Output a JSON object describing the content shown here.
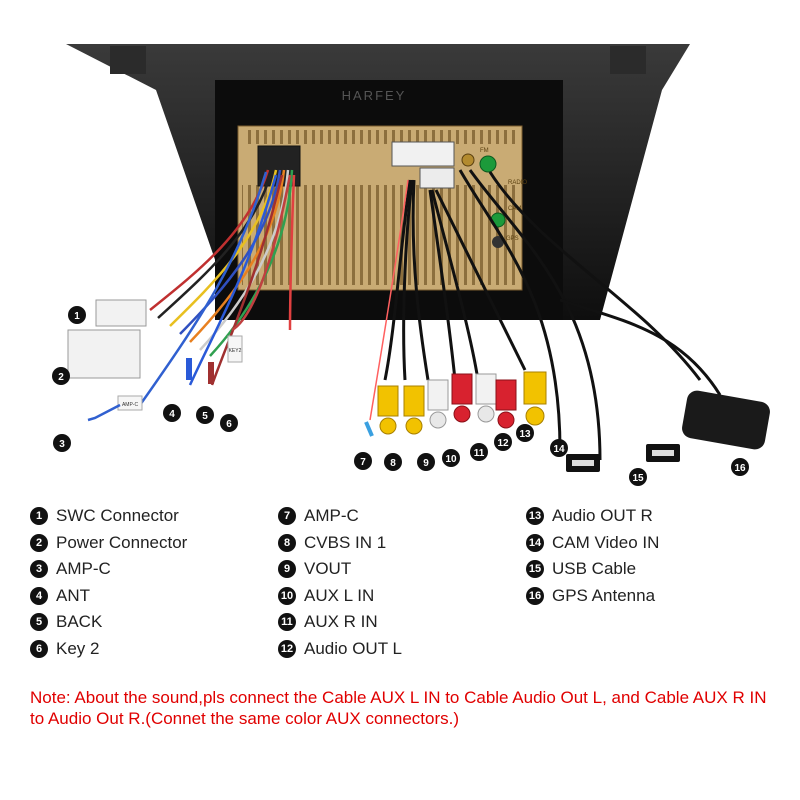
{
  "brand": "HARFEY",
  "unit_labels": {
    "radio": "RADIO",
    "cam": "CAM",
    "gps": "GPS",
    "fm": "FM"
  },
  "cable_tags": {
    "amp_c": "AMP-C",
    "key2": "KEY2"
  },
  "callouts": [
    "1",
    "2",
    "3",
    "4",
    "5",
    "6",
    "7",
    "8",
    "9",
    "10",
    "11",
    "12",
    "13",
    "14",
    "15",
    "16"
  ],
  "legend": {
    "col1": [
      {
        "num": "1",
        "label": "SWC Connector"
      },
      {
        "num": "2",
        "label": "Power Connector"
      },
      {
        "num": "3",
        "label": "AMP-C"
      },
      {
        "num": "4",
        "label": "ANT"
      },
      {
        "num": "5",
        "label": "BACK"
      },
      {
        "num": "6",
        "label": "Key 2"
      }
    ],
    "col2": [
      {
        "num": "7",
        "label": "AMP-C"
      },
      {
        "num": "8",
        "label": "CVBS IN 1"
      },
      {
        "num": "9",
        "label": "VOUT"
      },
      {
        "num": "10",
        "label": "AUX L IN"
      },
      {
        "num": "11",
        "label": "AUX R IN"
      },
      {
        "num": "12",
        "label": "Audio OUT L"
      }
    ],
    "col3": [
      {
        "num": "13",
        "label": "Audio OUT R"
      },
      {
        "num": "14",
        "label": "CAM Video IN"
      },
      {
        "num": "15",
        "label": "USB Cable"
      },
      {
        "num": "16",
        "label": "GPS Antenna"
      }
    ]
  },
  "note": "Note: About the sound,pls connect the Cable AUX L IN to Cable Audio Out L, and Cable AUX R IN to  Audio Out R.(Connet the same color AUX connectors.)",
  "colors": {
    "note": "#e00000",
    "rca_yellow": "#f2c200",
    "rca_red": "#d8222f",
    "rca_white": "#f2f2f2",
    "chassis": "#c9ab74",
    "frame": "#1b1b1b"
  }
}
